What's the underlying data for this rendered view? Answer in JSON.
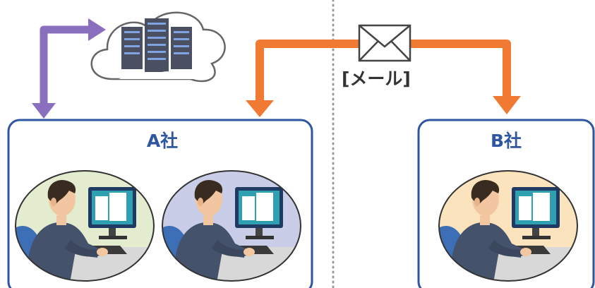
{
  "mail_label": "[メール]",
  "companies": {
    "a": {
      "name": "A社"
    },
    "b": {
      "name": "B社"
    }
  },
  "colors": {
    "box_border": "#2f56a0",
    "mail_arrow": "#f07a31",
    "cloud_arrow": "#8b6fbf",
    "divider": "#9a9a9a",
    "bg_a1": "#e3eccf",
    "bg_a2": "#c9cde8",
    "bg_b": "#fbe3bd"
  },
  "icons": [
    "cloud-server-icon",
    "envelope-icon",
    "worker-pc-icon"
  ]
}
